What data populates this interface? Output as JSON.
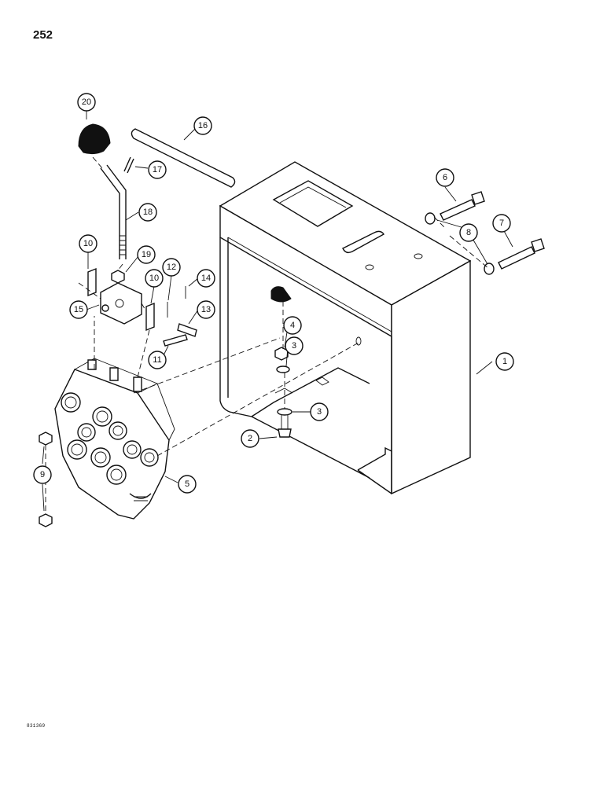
{
  "page": {
    "number": "252",
    "plate_code": "831369"
  },
  "callouts": [
    {
      "id": "c1",
      "label": "1"
    },
    {
      "id": "c2",
      "label": "2"
    },
    {
      "id": "c3a",
      "label": "3"
    },
    {
      "id": "c3b",
      "label": "3"
    },
    {
      "id": "c4",
      "label": "4"
    },
    {
      "id": "c5",
      "label": "5"
    },
    {
      "id": "c6",
      "label": "6"
    },
    {
      "id": "c7",
      "label": "7"
    },
    {
      "id": "c8",
      "label": "8"
    },
    {
      "id": "c9",
      "label": "9"
    },
    {
      "id": "c10a",
      "label": "10"
    },
    {
      "id": "c10b",
      "label": "10"
    },
    {
      "id": "c11",
      "label": "11"
    },
    {
      "id": "c12",
      "label": "12"
    },
    {
      "id": "c13",
      "label": "13"
    },
    {
      "id": "c14",
      "label": "14"
    },
    {
      "id": "c15",
      "label": "15"
    },
    {
      "id": "c16",
      "label": "16"
    },
    {
      "id": "c17",
      "label": "17"
    },
    {
      "id": "c18",
      "label": "18"
    },
    {
      "id": "c19",
      "label": "19"
    },
    {
      "id": "c20",
      "label": "20"
    }
  ]
}
